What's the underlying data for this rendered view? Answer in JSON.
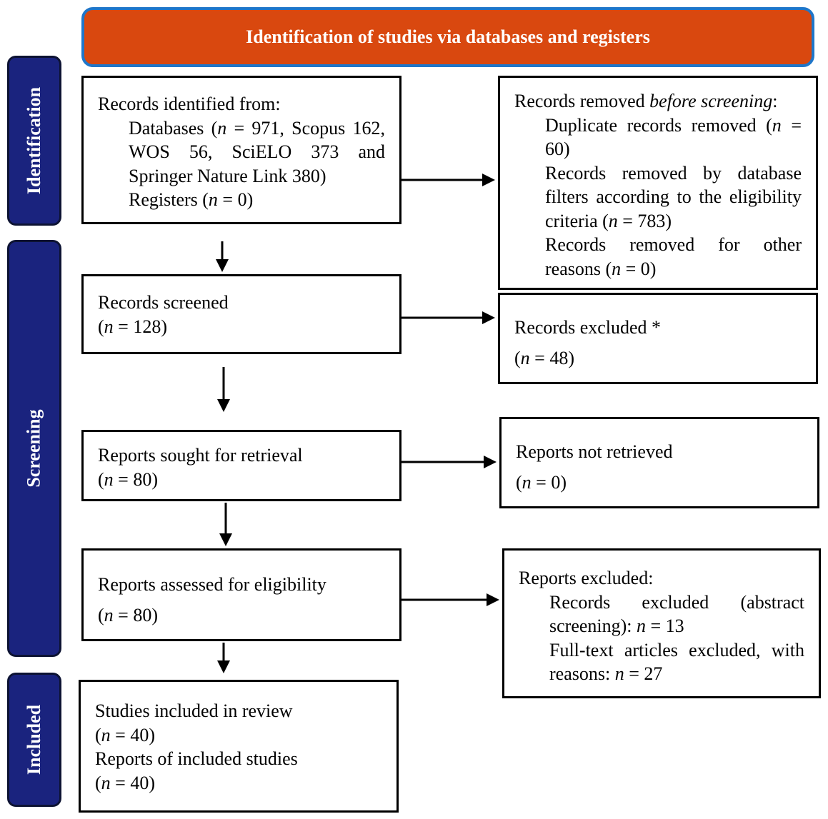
{
  "header": {
    "title": "Identification of studies via databases and registers"
  },
  "stages": {
    "identification": "Identification",
    "screening": "Screening",
    "included": "Included"
  },
  "colors": {
    "header_fill": "#d9480f",
    "header_border": "#1f76c9",
    "stage_fill": "#1a237e"
  },
  "n_label": "n",
  "boxes": {
    "identified": {
      "title": "Records identified from:",
      "databases_pre": "Databases (",
      "databases_post": " = 971, Scopus 162, WOS 56, SciELO 373 and Springer Nature Link 380)",
      "registers_pre": "Registers (",
      "registers_post": " = 0)"
    },
    "removed": {
      "title_pre": "Records removed ",
      "title_em": "before screening",
      "title_post": ":",
      "duplicates_pre": "Duplicate records removed (",
      "duplicates_post": " = 60)",
      "filters_pre": "Records removed by database filters according to the eligibility criteria (",
      "filters_post": " = 783)",
      "other_pre": "Records removed for other reasons (",
      "other_post": " = 0)"
    },
    "screened": {
      "title": "Records screened",
      "count_pre": "(",
      "count_post": " = 128)"
    },
    "excluded": {
      "title": "Records excluded *",
      "count_pre": "(",
      "count_post": " = 48)"
    },
    "sought": {
      "title": "Reports sought for retrieval",
      "count_pre": "(",
      "count_post": " = 80)"
    },
    "not_retrieved": {
      "title": "Reports not retrieved",
      "count_pre": "(",
      "count_post": " = 0)"
    },
    "assessed": {
      "title": "Reports assessed for eligibility",
      "count_pre": "(",
      "count_post": " = 80)"
    },
    "reports_excluded": {
      "title": "Reports excluded:",
      "abstract_pre": "Records excluded (abstract screening): ",
      "abstract_post": " = 13",
      "fulltext_pre": "Full-text articles excluded, with reasons: ",
      "fulltext_post": " = 27"
    },
    "included": {
      "studies": "Studies included in review",
      "studies_count_pre": "(",
      "studies_count_post": " = 40)",
      "reports": "Reports of included studies",
      "reports_count_pre": "(",
      "reports_count_post": " = 40)"
    }
  }
}
